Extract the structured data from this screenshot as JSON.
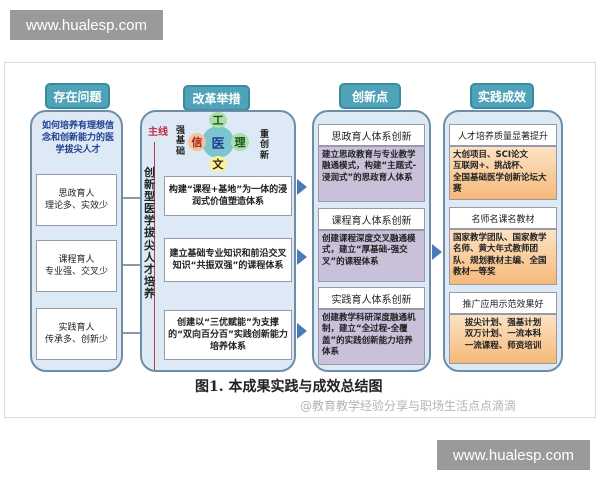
{
  "watermark_top": "www.hualesp.com",
  "watermark_bottom": "www.hualesp.com",
  "credit": "@教育教学经验分享与职场生活点点滴滴",
  "caption": "图1. 本成果实践与成效总结图",
  "col1": {
    "title": "存在问题",
    "question": "如何培养有理想信念和创新能力的医学拔尖人才",
    "items": [
      "思政育人\n理论多、实效少",
      "课程育人\n专业强、交叉少",
      "实践育人\n传承多、创新少"
    ]
  },
  "col2": {
    "title": "改革举措",
    "mainline": "主线",
    "vertical": "创新型医学拔尖人才培养",
    "left_label": "强基础",
    "right_label": "重创新",
    "center": "医",
    "top": "工",
    "left": "信",
    "right": "理",
    "bottom": "文",
    "items": [
      "构建“课程+基地”为一体的浸润式价值塑造体系",
      "建立基础专业知识和前沿交叉知识“共振双强”的课程体系",
      "创建以“三优赋能”为支撑的“双向百分百”实践创新能力培养体系"
    ]
  },
  "col3": {
    "title": "创新点",
    "items": [
      {
        "head": "思政育人体系创新",
        "body": "建立思政教育与专业教学融通模式，构建“主题式-浸润式”的思政育人体系"
      },
      {
        "head": "课程育人体系创新",
        "body": "创建课程深度交叉融通模式，建立“厚基础-强交叉”的课程体系"
      },
      {
        "head": "实践育人体系创新",
        "body": "创建教学科研深度融通机制，建立“全过程-全覆盖”的实践创新能力培养体系"
      }
    ]
  },
  "col4": {
    "title": "实践成效",
    "items": [
      {
        "head": "人才培养质量显著提升",
        "body": "大创项目、SCI论文\n互联网+、挑战杯、\n全国基础医学创新论坛大赛"
      },
      {
        "head": "名师名课名教材",
        "body": "国家教学团队、国家教学名师、黄大年式教师团队、规划教材主编、全国教材一等奖"
      },
      {
        "head": "推广应用示范效果好",
        "body": "拔尖计划、强基计划\n双万计划、一流本科\n一流课程、师资培训"
      }
    ]
  }
}
